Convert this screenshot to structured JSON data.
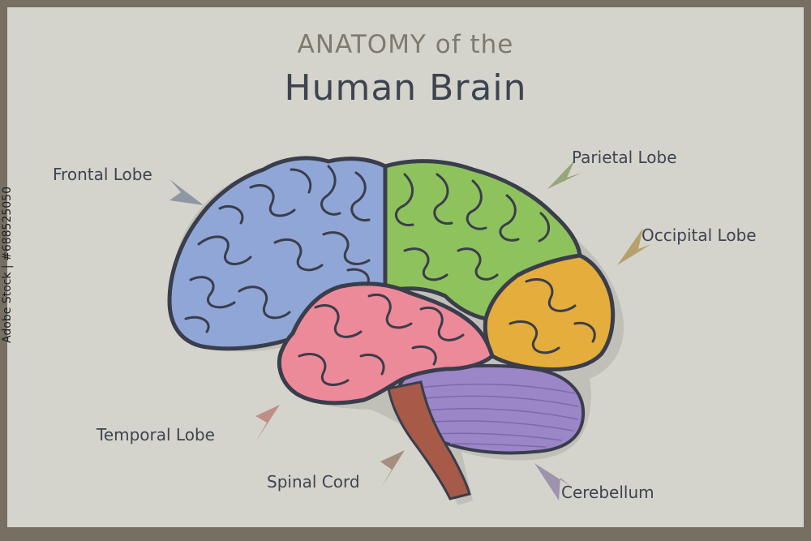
{
  "title": {
    "line1": "ANATOMY of the",
    "line2": "Human Brain"
  },
  "labels": {
    "frontal": "Frontal Lobe",
    "parietal": "Parietal Lobe",
    "occipital": "Occipital Lobe",
    "temporal": "Temporal Lobe",
    "spinal": "Spinal Cord",
    "cerebellum": "Cerebellum"
  },
  "stock_id": "Adobe Stock | #688525050",
  "colors": {
    "frame": "#776f62",
    "background": "#d4d4cc",
    "frontal": "#8fa6d6",
    "parietal": "#8ec25c",
    "occipital": "#e4ad3c",
    "temporal": "#ec8a9a",
    "cerebellum": "#9b86c8",
    "spinal": "#a65a47",
    "outline": "#3a3d4b"
  }
}
